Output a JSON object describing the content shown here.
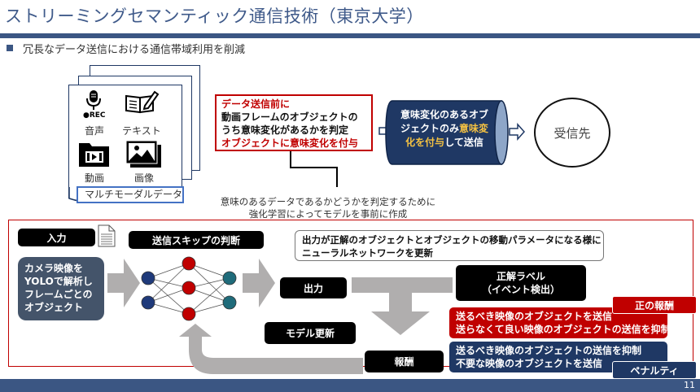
{
  "header": {
    "title": "ストリーミングセマンティック通信技術（東京大学）",
    "subtitle": "冗長なデータ送信における通信帯域利用を削減"
  },
  "top_flow": {
    "multimodal": {
      "label": "マルチモーダルデータ",
      "rec_label": "●REC",
      "items": [
        {
          "icon": "microphone-icon",
          "caption": "音声"
        },
        {
          "icon": "book-pencil-icon",
          "caption": "テキスト"
        },
        {
          "icon": "video-folder-icon",
          "caption": "動画"
        },
        {
          "icon": "image-icon",
          "caption": "画像"
        }
      ]
    },
    "judge_box": {
      "line1": "データ送信前に",
      "line2": "動画フレームのオブジェクトの",
      "line3": "うち意味変化があるかを判定",
      "line4": "オブジェクトに意味変化を付与"
    },
    "pipe": {
      "line1": "意味変化のあるオブ",
      "line2a": "ジェクトのみ",
      "line2b": "意味変",
      "line3a": "化を付与",
      "line3b": "して送信"
    },
    "receiver": "受信先",
    "note_line1": "意味のあるデータであるかどうかを判定するために",
    "note_line2": "強化学習によってモデルを事前に作成"
  },
  "rl_diagram": {
    "input_label": "入力",
    "skip_label": "送信スキップの判断",
    "input_box": [
      "カメラ映像を",
      "YOLOで解析し",
      "フレームごとの",
      "オブジェクト"
    ],
    "callout": [
      "出力が正解のオブジェクトとオブジェクトの移動パラメータになる様に",
      "ニューラルネットワークを更新"
    ],
    "output_label": "出力",
    "ground_truth": [
      "正解ラベル",
      "（イベント検出）"
    ],
    "model_update": "モデル更新",
    "reward": "報酬",
    "positive": {
      "tag": "正の報酬",
      "lines": [
        "送るべき映像のオブジェクトを送信",
        "送らなくて良い映像のオブジェクトの送信を抑制"
      ]
    },
    "penalty": {
      "tag": "ペナルティ",
      "lines": [
        "送るべき映像のオブジェクトの送信を抑制",
        "不要な映像のオブジェクトを送信"
      ]
    },
    "colors": {
      "input_node": "#1f3a7a",
      "hidden_node": "#c00000",
      "output_node": "#1f6b7a",
      "arrow": "#b0aeae"
    }
  },
  "footer": {
    "page_number": "11"
  },
  "colors": {
    "brand": "#3b5683",
    "red": "#c00000",
    "navy": "#1f3864"
  }
}
